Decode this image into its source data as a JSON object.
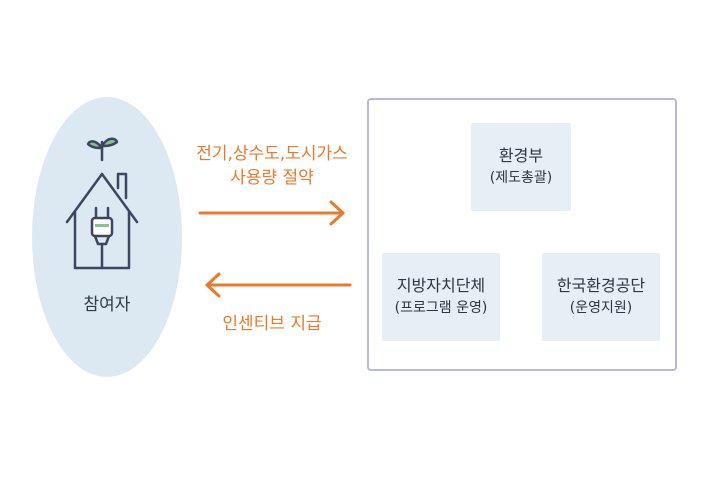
{
  "participant": {
    "label": "참여자",
    "icon": "house-plug-sprout-icon"
  },
  "flows": {
    "to_org": {
      "line1": "전기,상수도,도시가스",
      "line2": "사용량 절약"
    },
    "to_participant": {
      "line1": "인센티브 지급"
    }
  },
  "organizations": {
    "ministry": {
      "name": "환경부",
      "role": "(제도총괄)"
    },
    "local_gov": {
      "name": "지방자치단체",
      "role": "(프로그램 운영)"
    },
    "keco": {
      "name": "한국환경공단",
      "role": "(운영지원)"
    }
  },
  "colors": {
    "accent_orange": "#ea7a2a",
    "participant_bg": "#dde9f2",
    "org_box_bg": "#e6eff6",
    "frame_border": "#b6b9dc",
    "icon_stroke": "#3d4560"
  }
}
